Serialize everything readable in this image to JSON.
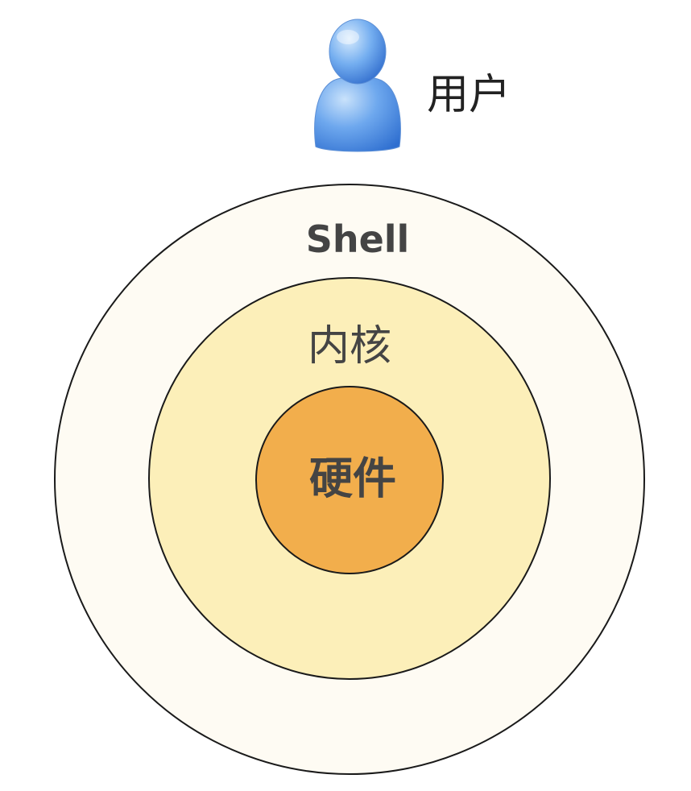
{
  "user": {
    "icon": "user-icon",
    "label": "用户"
  },
  "layers": {
    "shell": {
      "label": "Shell",
      "fill": "#FEFBF3"
    },
    "kernel": {
      "label": "内核",
      "fill": "#FCEFB9"
    },
    "hardware": {
      "label": "硬件",
      "fill": "#F2AE4C"
    }
  },
  "colors": {
    "stroke": "#1a1a1a",
    "user_icon_light": "#9CC8F6",
    "user_icon_dark": "#2F6FD0"
  }
}
